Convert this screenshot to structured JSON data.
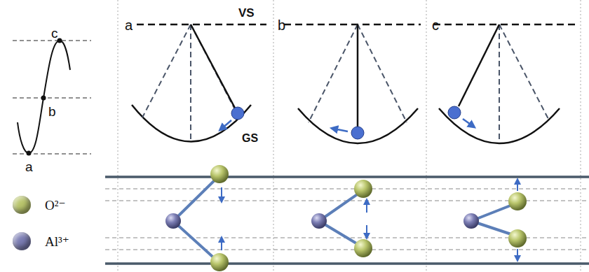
{
  "diagram": {
    "labels": [
      "c",
      "b",
      "a",
      "a",
      "VS",
      "GS",
      "b",
      "c"
    ],
    "legend": [
      {
        "text": "O²⁻",
        "color": "#b9c56c"
      },
      {
        "text": "Al³⁺",
        "color": "#7b7db3"
      }
    ]
  }
}
